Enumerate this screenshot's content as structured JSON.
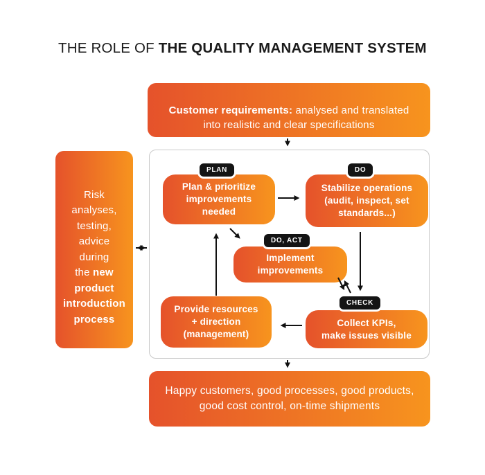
{
  "title": {
    "prefix": "THE ROLE OF ",
    "emphasis": "THE QUALITY MANAGEMENT SYSTEM"
  },
  "top_box": {
    "bold": "Customer requirements:",
    "rest": " analysed and translated\ninto realistic and clear specifications"
  },
  "sidebar": {
    "regular": "Risk\nanalyses,\ntesting,\nadvice\nduring\nthe ",
    "bold": "new\nproduct\nintroduction\nprocess"
  },
  "cycle": {
    "plan": {
      "tag": "PLAN",
      "text": "Plan & prioritize\nimprovements\nneeded"
    },
    "do": {
      "tag": "DO",
      "text": "Stabilize operations\n(audit, inspect, set\nstandards...)"
    },
    "do_act": {
      "tag": "DO, ACT",
      "text": "Implement\nimprovements"
    },
    "check": {
      "tag": "CHECK",
      "text": "Collect KPIs,\nmake issues visible"
    },
    "resources": {
      "text": "Provide resources\n+ direction\n(management)"
    }
  },
  "bottom_box": {
    "text": "Happy customers, good processes, good products,\ngood cost control, on-time shipments"
  },
  "colors": {
    "gradient_start": "#e5522b",
    "gradient_end": "#f7941e",
    "tag_background": "#141414",
    "panel_border": "#c9c9c9",
    "arrow": "#111111",
    "title_text": "#1b1b1b",
    "box_text": "#ffffff"
  }
}
